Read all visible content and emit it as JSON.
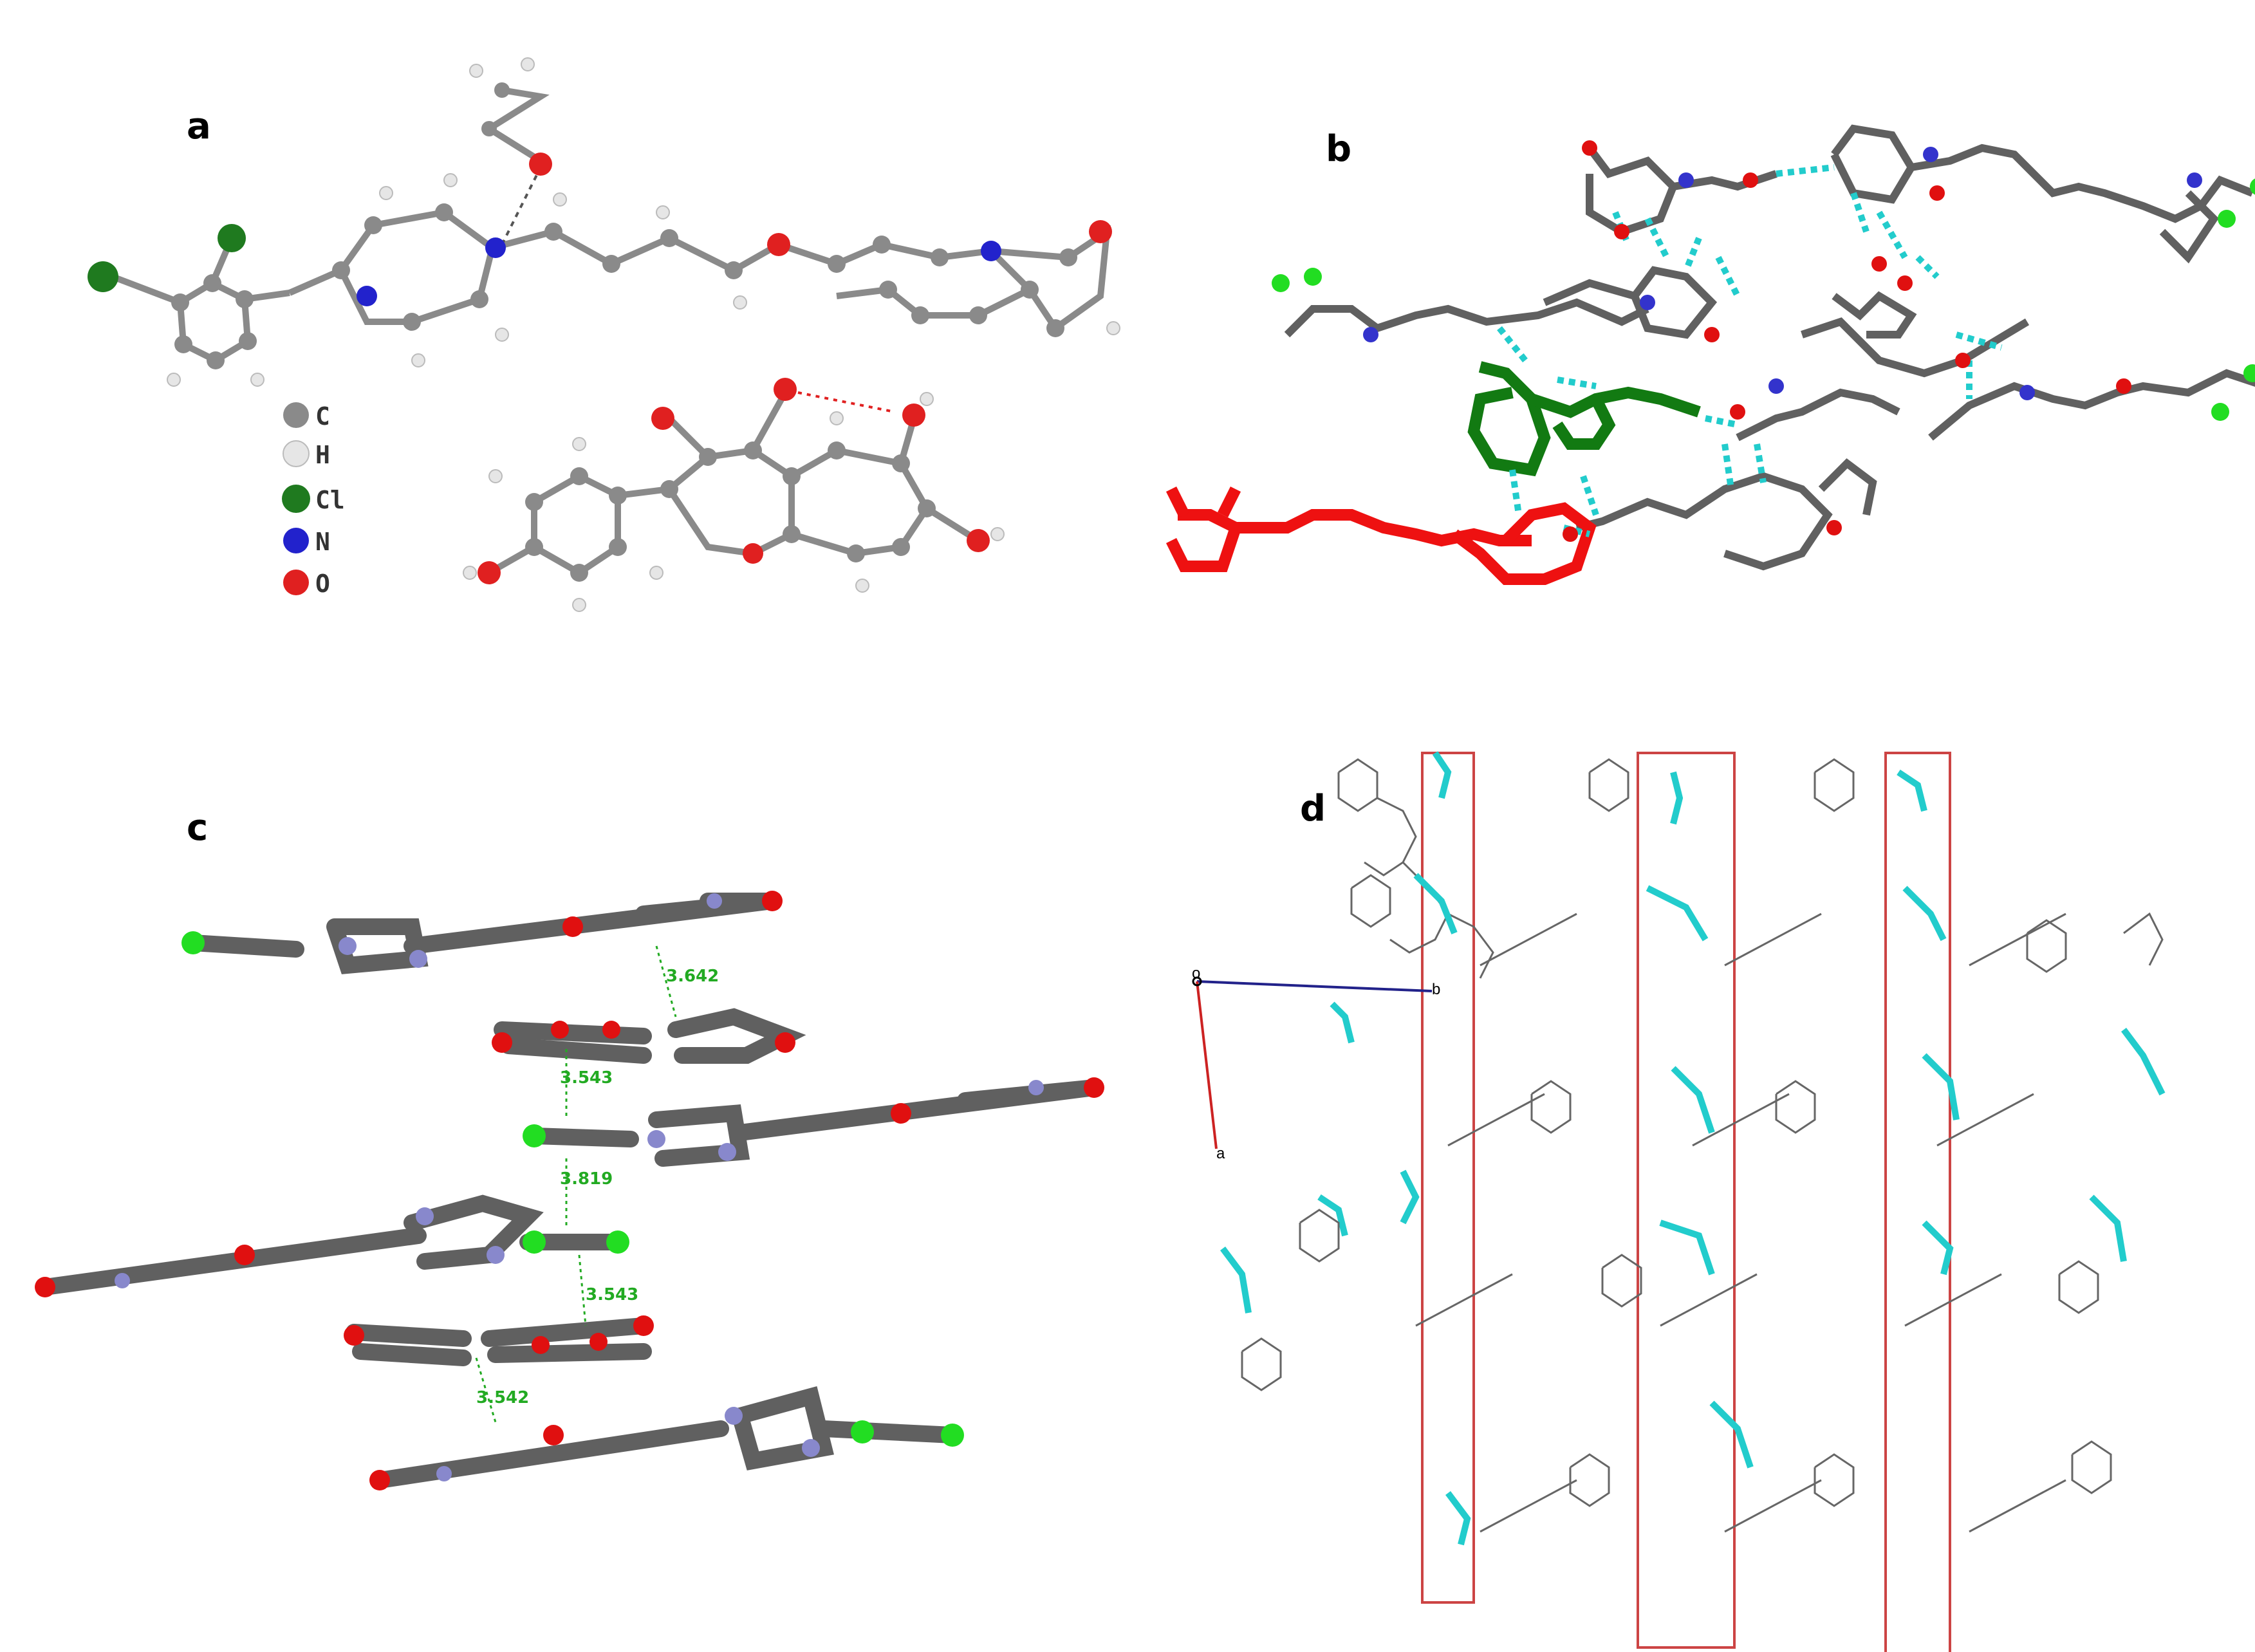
{
  "panels": {
    "a": {
      "label": "a",
      "legend": [
        {
          "symbol": "C",
          "color": "#8a8a8a"
        },
        {
          "symbol": "H",
          "color": "#e6e6e6"
        },
        {
          "symbol": "Cl",
          "color": "#1f7a1f"
        },
        {
          "symbol": "N",
          "color": "#2222cc"
        },
        {
          "symbol": "O",
          "color": "#e02020"
        }
      ]
    },
    "b": {
      "label": "b"
    },
    "c": {
      "label": "c",
      "distances": [
        "3.642",
        "3.543",
        "3.819",
        "3.543",
        "3.542"
      ]
    },
    "d": {
      "label": "d",
      "axes": {
        "origin": "o",
        "b": "b",
        "a": "a"
      }
    }
  },
  "colors": {
    "carbon": "#808080",
    "hydrogen": "#e8e8e8",
    "chlorine_dark": "#1f7a1f",
    "chlorine_light": "#22dd22",
    "nitrogen": "#3333cc",
    "oxygen": "#e01010",
    "hbond": "#22cccc",
    "highlight_green": "#127a12",
    "highlight_red": "#ee1111",
    "cell_box": "#cc4444"
  }
}
